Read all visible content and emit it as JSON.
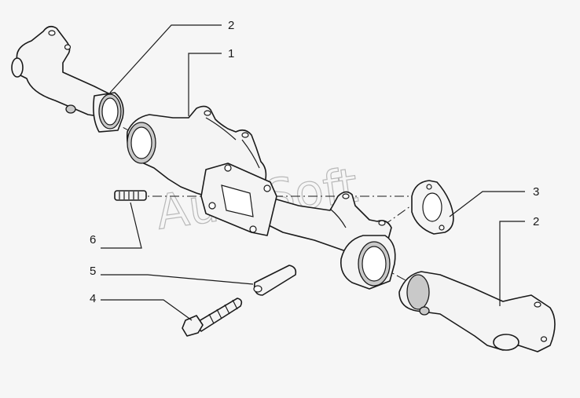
{
  "diagram": {
    "watermark": "AutoSoft",
    "callouts": [
      {
        "id": "c2a",
        "text": "2"
      },
      {
        "id": "c1",
        "text": "1"
      },
      {
        "id": "c3",
        "text": "3"
      },
      {
        "id": "c2b",
        "text": "2"
      },
      {
        "id": "c6",
        "text": "6"
      },
      {
        "id": "c5",
        "text": "5"
      },
      {
        "id": "c4",
        "text": "4"
      }
    ]
  }
}
